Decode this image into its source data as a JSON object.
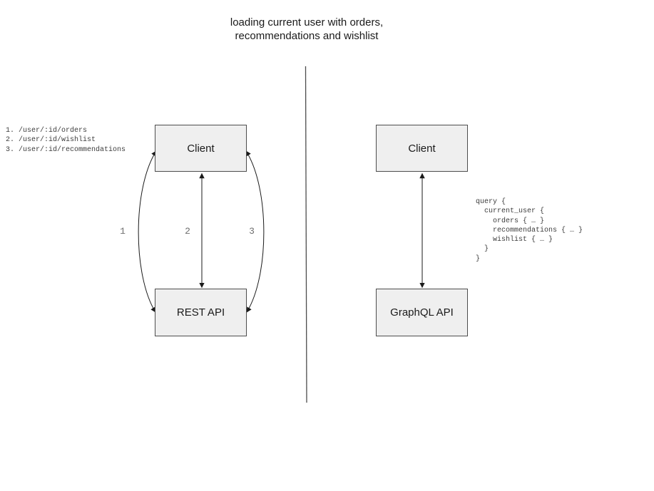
{
  "title": {
    "line1": "loading current user with orders,",
    "line2": "recommendations and wishlist"
  },
  "left_panel": {
    "endpoints": "1. /user/:id/orders\n2. /user/:id/wishlist\n3. /user/:id/recommendations",
    "client_label": "Client",
    "api_label": "REST API",
    "arrow_labels": [
      "1",
      "2",
      "3"
    ]
  },
  "right_panel": {
    "client_label": "Client",
    "api_label": "GraphQL API",
    "query": "query {\n  current_user {\n    orders { … }\n    recommendations { … }\n    wishlist { … }\n  }\n}"
  },
  "colors": {
    "box_fill": "#efefef",
    "box_border": "#4d4d4d",
    "arrow": "#1a1a1a",
    "label_gray": "#6e6e6e",
    "code_text": "#3c3c3c",
    "divider": "#4d4d4d"
  }
}
